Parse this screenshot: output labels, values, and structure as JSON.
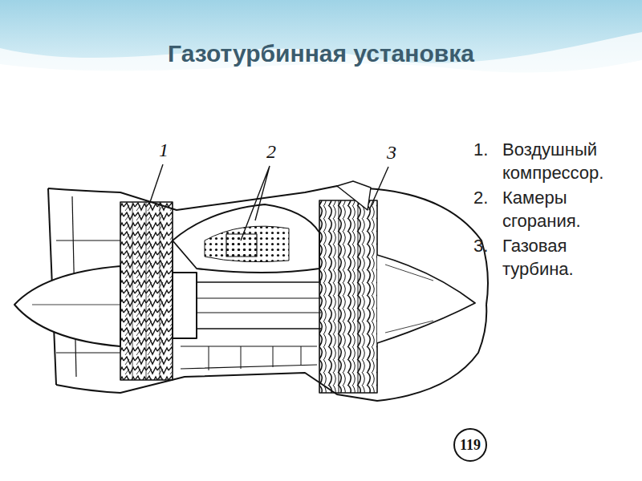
{
  "diagram": {
    "title": "Газотурбинная установка",
    "labels": [
      "1",
      "2",
      "3",
      "119",
      "1.",
      "Воздушный компрессор.",
      "2.",
      "Камеры сгорания.",
      "3.",
      "Газовая турбина."
    ]
  }
}
